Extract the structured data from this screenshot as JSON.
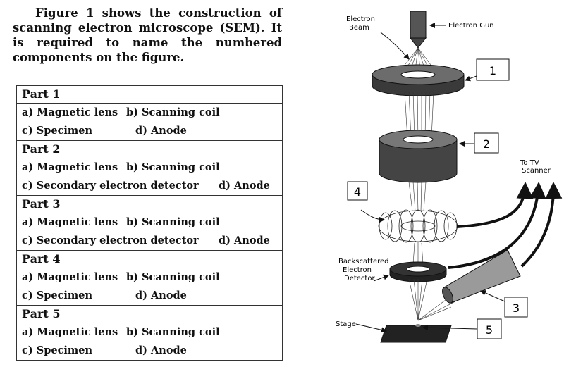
{
  "intro": {
    "text": "Figure 1 shows the construction of scanning electron microscope (SEM). It is required to name the numbered components on the figure."
  },
  "parts": [
    {
      "title": "Part 1",
      "row1": [
        "a) Magnetic lens",
        "b) Scanning coil"
      ],
      "row2": [
        "c) Specimen",
        "d) Anode"
      ]
    },
    {
      "title": "Part 2",
      "row1": [
        "a) Magnetic lens",
        "b) Scanning coil"
      ],
      "row2": [
        "c) Secondary electron detector",
        "d) Anode"
      ]
    },
    {
      "title": "Part 3",
      "row1": [
        "a) Magnetic lens",
        "b) Scanning coil"
      ],
      "row2": [
        "c) Secondary electron detector",
        "d) Anode"
      ]
    },
    {
      "title": "Part 4",
      "row1": [
        "a) Magnetic lens",
        "b) Scanning coil"
      ],
      "row2": [
        "c) Specimen",
        "d) Anode"
      ]
    },
    {
      "title": "Part 5",
      "row1": [
        "a) Magnetic lens",
        "b) Scanning coil"
      ],
      "row2": [
        "c) Specimen",
        "d) Anode"
      ]
    }
  ],
  "diagram": {
    "labels": {
      "electron_beam_1": "Electron",
      "electron_beam_2": "Beam",
      "electron_gun": "Electron Gun",
      "to_tv_1": "To TV",
      "to_tv_2": "Scanner",
      "backscattered_1": "Backscattered",
      "backscattered_2": "Electron",
      "backscattered_3": "Detector",
      "stage": "Stage"
    },
    "numbers": [
      "1",
      "2",
      "3",
      "4",
      "5"
    ]
  }
}
